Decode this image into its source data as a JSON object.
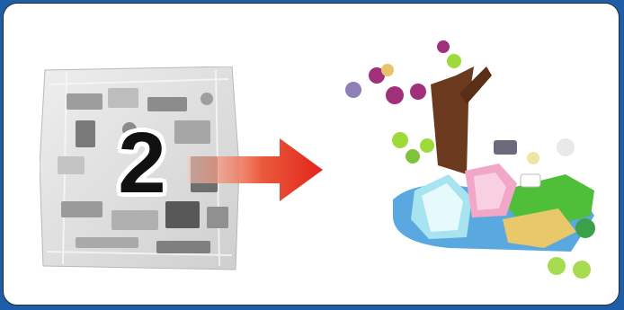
{
  "step": {
    "number": "2"
  },
  "colors": {
    "background_blue": "#1e5ea8",
    "frame_fill": "#ffffff",
    "arrow_red": "#e2231a",
    "bag_gray": "#d9d9d9"
  },
  "icons": {
    "bag": "polybag-of-bricks",
    "arrow": "right-arrow",
    "model": "lego-friends-fountain-tree-build"
  }
}
